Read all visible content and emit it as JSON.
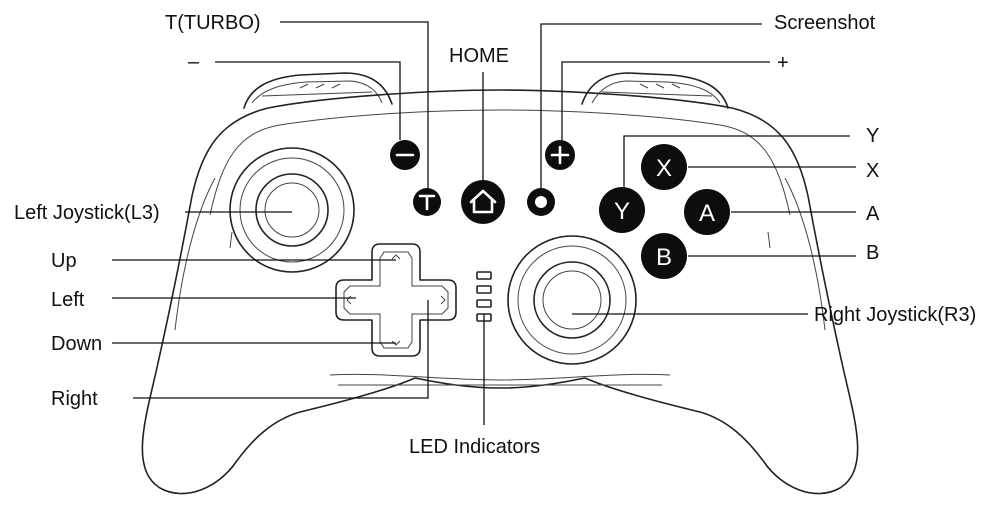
{
  "labels": {
    "turbo": "T(TURBO)",
    "minus": "–",
    "home": "HOME",
    "screenshot": "Screenshot",
    "plus": "+",
    "y": "Y",
    "x": "X",
    "a": "A",
    "b": "B",
    "left_joystick": "Left Joystick(L3)",
    "up": "Up",
    "left": "Left",
    "down": "Down",
    "right": "Right",
    "right_joystick": "Right Joystick(R3)",
    "led_indicators": "LED Indicators"
  },
  "face_buttons": {
    "x": "X",
    "y": "Y",
    "a": "A",
    "b": "B"
  },
  "colors": {
    "button_fill": "#0d0d0d",
    "outline": "#222222",
    "label_text": "#111111"
  },
  "icons": {
    "minus_button": "minus-icon",
    "turbo_button": "turbo-t-icon",
    "home_button": "house-icon",
    "screenshot_button": "circle-icon",
    "plus_button": "plus-icon"
  }
}
